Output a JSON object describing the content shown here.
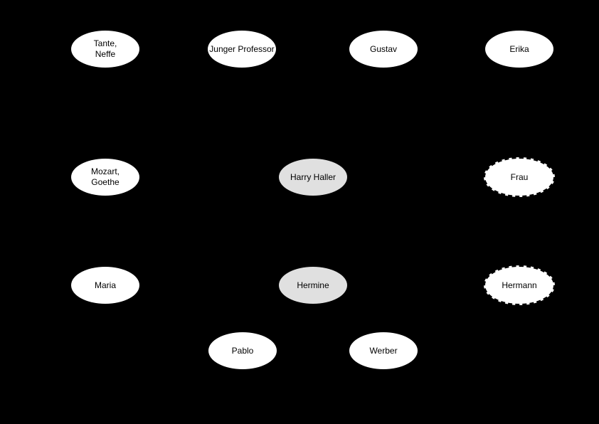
{
  "diagram": {
    "background_color": "#000000",
    "colors": {
      "node_fill_default": "#ffffff",
      "node_fill_highlight": "#e0e0e0",
      "node_border": "#000000",
      "node_text": "#000000"
    },
    "nodes": [
      {
        "id": "tante-neffe",
        "label": "Tante,\nNeffe",
        "fill": "#ffffff",
        "border_style": "solid"
      },
      {
        "id": "junger-professor",
        "label": "Junger Professor",
        "fill": "#ffffff",
        "border_style": "solid"
      },
      {
        "id": "gustav",
        "label": "Gustav",
        "fill": "#ffffff",
        "border_style": "solid"
      },
      {
        "id": "erika",
        "label": "Erika",
        "fill": "#ffffff",
        "border_style": "solid"
      },
      {
        "id": "mozart-goethe",
        "label": "Mozart,\nGoethe",
        "fill": "#ffffff",
        "border_style": "solid"
      },
      {
        "id": "harry-haller",
        "label": "Harry Haller",
        "fill": "#e0e0e0",
        "border_style": "solid"
      },
      {
        "id": "frau",
        "label": "Frau",
        "fill": "#ffffff",
        "border_style": "dashed"
      },
      {
        "id": "maria",
        "label": "Maria",
        "fill": "#ffffff",
        "border_style": "solid"
      },
      {
        "id": "hermine",
        "label": "Hermine",
        "fill": "#e0e0e0",
        "border_style": "solid"
      },
      {
        "id": "hermann",
        "label": "Hermann",
        "fill": "#ffffff",
        "border_style": "dashed"
      },
      {
        "id": "pablo",
        "label": "Pablo",
        "fill": "#ffffff",
        "border_style": "solid"
      },
      {
        "id": "werber",
        "label": "Werber",
        "fill": "#ffffff",
        "border_style": "solid"
      }
    ]
  }
}
